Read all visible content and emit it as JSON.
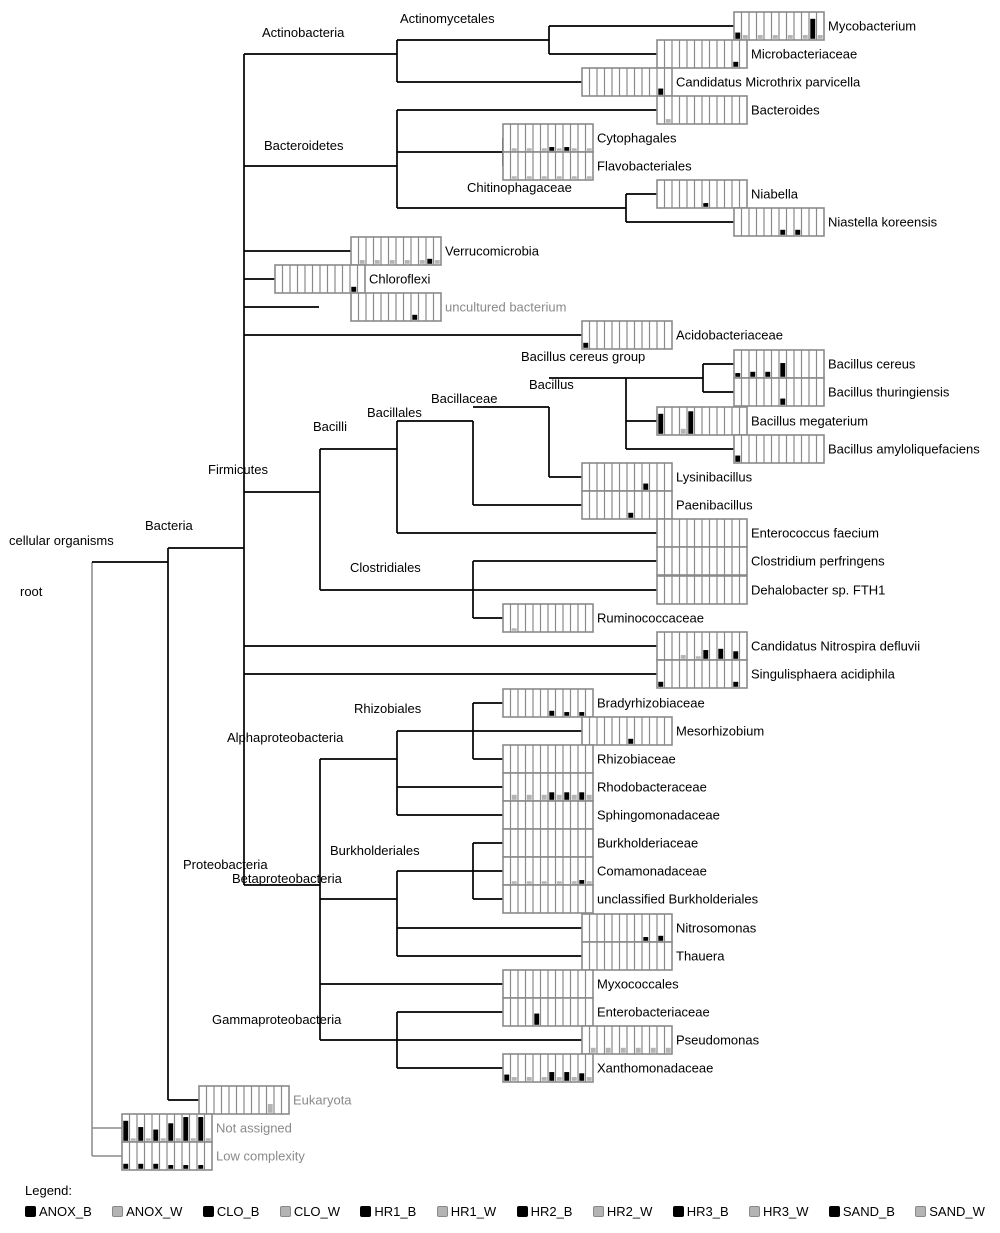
{
  "colors": {
    "branch": "#000000",
    "unassigned_branch": "#8a8a8a",
    "box_border": "#8a8a8a",
    "dark_sample": "#000000",
    "light_sample": "#b4b4b4"
  },
  "internal_labels": {
    "root": "root",
    "cellular_organisms": "cellular organisms",
    "bacteria": "Bacteria",
    "actinobacteria": "Actinobacteria",
    "actinomycetales": "Actinomycetales",
    "bacteroidetes": "Bacteroidetes",
    "chitinophagaceae": "Chitinophagaceae",
    "firmicutes": "Firmicutes",
    "bacilli": "Bacilli",
    "bacillales": "Bacillales",
    "bacillaceae": "Bacillaceae",
    "bacillus": "Bacillus",
    "bacillus_cereus_group": "Bacillus cereus group",
    "clostridiales": "Clostridiales",
    "proteobacteria": "Proteobacteria",
    "alphaproteobacteria": "Alphaproteobacteria",
    "rhizobiales": "Rhizobiales",
    "betaproteobacteria": "Betaproteobacteria",
    "burkholderiales": "Burkholderiales",
    "gammaproteobacteria": "Gammaproteobacteria"
  },
  "leaves": [
    {
      "key": "mycobacterium",
      "label": "Mycobacterium",
      "muted": false,
      "values": [
        0.25,
        0.15,
        0,
        0.15,
        0,
        0.15,
        0,
        0.15,
        0,
        0.15,
        0.8,
        0.15
      ]
    },
    {
      "key": "microbacteriaceae",
      "label": "Microbacteriaceae",
      "muted": false,
      "values": [
        0,
        0,
        0,
        0,
        0,
        0,
        0,
        0,
        0,
        0,
        0.2,
        0
      ]
    },
    {
      "key": "microthrix",
      "label": "Candidatus Microthrix parvicella",
      "muted": false,
      "values": [
        0,
        0,
        0,
        0,
        0,
        0,
        0,
        0,
        0,
        0,
        0.25,
        0
      ]
    },
    {
      "key": "bacteroides",
      "label": "Bacteroides",
      "muted": false,
      "values": [
        0,
        0.15,
        0,
        0,
        0,
        0,
        0,
        0,
        0,
        0,
        0,
        0
      ]
    },
    {
      "key": "cytophagales",
      "label": "Cytophagales",
      "muted": false,
      "values": [
        0,
        0.1,
        0,
        0.1,
        0,
        0.1,
        0.15,
        0.1,
        0.15,
        0.1,
        0,
        0.1
      ]
    },
    {
      "key": "flavobacteriales",
      "label": "Flavobacteriales",
      "muted": false,
      "values": [
        0,
        0.1,
        0,
        0.1,
        0,
        0.1,
        0,
        0.1,
        0,
        0.1,
        0,
        0.1
      ]
    },
    {
      "key": "niabella",
      "label": "Niabella",
      "muted": false,
      "values": [
        0,
        0,
        0,
        0,
        0,
        0,
        0.15,
        0,
        0,
        0,
        0,
        0
      ]
    },
    {
      "key": "niastella",
      "label": "Niastella koreensis",
      "muted": false,
      "values": [
        0,
        0,
        0,
        0,
        0,
        0,
        0.2,
        0,
        0.2,
        0,
        0,
        0
      ]
    },
    {
      "key": "verrucomicrobia",
      "label": "Verrucomicrobia",
      "muted": false,
      "values": [
        0,
        0.15,
        0,
        0.15,
        0,
        0.15,
        0,
        0.15,
        0,
        0.15,
        0.2,
        0.15
      ]
    },
    {
      "key": "chloroflexi",
      "label": "Chloroflexi",
      "muted": false,
      "values": [
        0,
        0,
        0,
        0,
        0,
        0,
        0,
        0,
        0,
        0,
        0.2,
        0
      ]
    },
    {
      "key": "uncultured",
      "label": "uncultured bacterium",
      "muted": true,
      "values": [
        0,
        0,
        0,
        0,
        0,
        0,
        0,
        0,
        0.2,
        0,
        0,
        0
      ]
    },
    {
      "key": "acidobacteriaceae",
      "label": "Acidobacteriaceae",
      "muted": false,
      "values": [
        0.2,
        0,
        0,
        0,
        0,
        0,
        0,
        0,
        0,
        0,
        0,
        0
      ]
    },
    {
      "key": "bacillus_cereus",
      "label": "Bacillus cereus",
      "muted": false,
      "values": [
        0.15,
        0,
        0.2,
        0,
        0.2,
        0,
        0.55,
        0,
        0,
        0,
        0,
        0
      ]
    },
    {
      "key": "bacillus_thuringiensis",
      "label": "Bacillus thuringiensis",
      "muted": false,
      "values": [
        0,
        0,
        0,
        0,
        0,
        0,
        0.25,
        0,
        0,
        0,
        0,
        0
      ]
    },
    {
      "key": "bacillus_megaterium",
      "label": "Bacillus megaterium",
      "muted": false,
      "values": [
        0.8,
        0,
        0,
        0.2,
        0.9,
        0,
        0,
        0,
        0,
        0,
        0,
        0
      ]
    },
    {
      "key": "bacillus_amyloliquefaciens",
      "label": "Bacillus amyloliquefaciens",
      "muted": false,
      "values": [
        0.25,
        0,
        0,
        0,
        0,
        0,
        0,
        0,
        0,
        0,
        0,
        0
      ]
    },
    {
      "key": "lysinibacillus",
      "label": "Lysinibacillus",
      "muted": false,
      "values": [
        0,
        0,
        0,
        0,
        0,
        0,
        0,
        0,
        0.25,
        0,
        0,
        0
      ]
    },
    {
      "key": "paenibacillus",
      "label": "Paenibacillus",
      "muted": false,
      "values": [
        0,
        0,
        0,
        0,
        0,
        0,
        0.2,
        0,
        0,
        0,
        0,
        0
      ]
    },
    {
      "key": "enterococcus",
      "label": "Enterococcus faecium",
      "muted": false,
      "values": [
        0,
        0,
        0,
        0,
        0,
        0,
        0,
        0,
        0,
        0,
        0,
        0
      ]
    },
    {
      "key": "clostridium",
      "label": "Clostridium perfringens",
      "muted": false,
      "values": [
        0,
        0,
        0,
        0,
        0,
        0,
        0,
        0,
        0,
        0,
        0,
        0
      ]
    },
    {
      "key": "dehalobacter",
      "label": "Dehalobacter sp. FTH1",
      "muted": false,
      "values": [
        0,
        0,
        0,
        0,
        0,
        0,
        0,
        0,
        0,
        0,
        0,
        0
      ]
    },
    {
      "key": "ruminococcaceae",
      "label": "Ruminococcaceae",
      "muted": false,
      "values": [
        0,
        0.1,
        0,
        0,
        0,
        0,
        0,
        0,
        0,
        0,
        0,
        0
      ]
    },
    {
      "key": "nitrospira",
      "label": "Candidatus Nitrospira defluvii",
      "muted": false,
      "values": [
        0,
        0,
        0,
        0.15,
        0,
        0.1,
        0.35,
        0,
        0.4,
        0,
        0.3,
        0
      ]
    },
    {
      "key": "singulisphaera",
      "label": "Singulisphaera acidiphila",
      "muted": false,
      "values": [
        0.2,
        0,
        0,
        0,
        0,
        0,
        0,
        0,
        0,
        0,
        0.2,
        0
      ]
    },
    {
      "key": "bradyrhizobiaceae",
      "label": "Bradyrhizobiaceae",
      "muted": false,
      "values": [
        0,
        0,
        0,
        0,
        0,
        0,
        0.2,
        0,
        0.15,
        0,
        0.15,
        0
      ]
    },
    {
      "key": "mesorhizobium",
      "label": "Mesorhizobium",
      "muted": false,
      "values": [
        0,
        0,
        0,
        0,
        0,
        0,
        0.2,
        0,
        0,
        0,
        0,
        0
      ]
    },
    {
      "key": "rhizobiaceae",
      "label": "Rhizobiaceae",
      "muted": false,
      "values": [
        0,
        0,
        0,
        0,
        0,
        0,
        0,
        0,
        0,
        0,
        0,
        0
      ]
    },
    {
      "key": "rhodobacteraceae",
      "label": "Rhodobacteraceae",
      "muted": false,
      "values": [
        0,
        0.2,
        0,
        0.2,
        0,
        0.2,
        0.3,
        0.2,
        0.3,
        0.2,
        0.3,
        0.2
      ]
    },
    {
      "key": "sphingomonadaceae",
      "label": "Sphingomonadaceae",
      "muted": false,
      "values": [
        0,
        0,
        0,
        0,
        0,
        0,
        0,
        0,
        0,
        0,
        0,
        0
      ]
    },
    {
      "key": "burkholderiaceae",
      "label": "Burkholderiaceae",
      "muted": false,
      "values": [
        0,
        0,
        0,
        0,
        0,
        0,
        0,
        0,
        0,
        0,
        0,
        0
      ]
    },
    {
      "key": "comamonadaceae",
      "label": "Comamonadaceae",
      "muted": false,
      "values": [
        0,
        0.1,
        0,
        0.1,
        0,
        0.1,
        0,
        0.1,
        0,
        0.1,
        0.15,
        0.1
      ]
    },
    {
      "key": "unclassified_burkholderiales",
      "label": "unclassified Burkholderiales",
      "muted": false,
      "values": [
        0,
        0,
        0,
        0,
        0,
        0,
        0,
        0,
        0,
        0,
        0,
        0
      ]
    },
    {
      "key": "nitrosomonas",
      "label": "Nitrosomonas",
      "muted": false,
      "values": [
        0,
        0,
        0,
        0,
        0,
        0,
        0,
        0,
        0.15,
        0,
        0.2,
        0
      ]
    },
    {
      "key": "thauera",
      "label": "Thauera",
      "muted": false,
      "values": [
        0,
        0,
        0,
        0,
        0,
        0,
        0,
        0,
        0,
        0,
        0,
        0
      ]
    },
    {
      "key": "myxococcales",
      "label": "Myxococcales",
      "muted": false,
      "values": [
        0,
        0,
        0,
        0,
        0,
        0,
        0,
        0,
        0,
        0,
        0,
        0
      ]
    },
    {
      "key": "enterobacteriaceae",
      "label": "Enterobacteriaceae",
      "muted": false,
      "values": [
        0,
        0,
        0,
        0,
        0.45,
        0,
        0,
        0,
        0,
        0,
        0,
        0
      ]
    },
    {
      "key": "pseudomonas",
      "label": "Pseudomonas",
      "muted": false,
      "values": [
        0,
        0.2,
        0,
        0.2,
        0,
        0.2,
        0,
        0.2,
        0,
        0.2,
        0,
        0.2
      ]
    },
    {
      "key": "xanthomonadaceae",
      "label": "Xanthomonadaceae",
      "muted": false,
      "values": [
        0.25,
        0.15,
        0,
        0.15,
        0,
        0.15,
        0.35,
        0.15,
        0.35,
        0.15,
        0.3,
        0.15
      ]
    },
    {
      "key": "eukaryota",
      "label": "Eukaryota",
      "muted": true,
      "values": [
        0,
        0,
        0,
        0,
        0,
        0,
        0,
        0,
        0,
        0.35,
        0,
        0
      ]
    },
    {
      "key": "not_assigned",
      "label": "Not assigned",
      "muted": true,
      "values": [
        0.8,
        0.1,
        0.55,
        0.1,
        0.45,
        0.1,
        0.7,
        0.1,
        0.95,
        0.1,
        0.95,
        0.1
      ]
    },
    {
      "key": "low_complexity",
      "label": "Low complexity",
      "muted": true,
      "values": [
        0.2,
        0,
        0.2,
        0,
        0.2,
        0,
        0.15,
        0,
        0.15,
        0,
        0.15,
        0
      ]
    }
  ],
  "legend": {
    "title": "Legend:",
    "items": [
      {
        "label": "ANOX_B",
        "color": "#000000"
      },
      {
        "label": "ANOX_W",
        "color": "#b4b4b4"
      },
      {
        "label": "CLO_B",
        "color": "#000000"
      },
      {
        "label": "CLO_W",
        "color": "#b4b4b4"
      },
      {
        "label": "HR1_B",
        "color": "#000000"
      },
      {
        "label": "HR1_W",
        "color": "#b4b4b4"
      },
      {
        "label": "HR2_B",
        "color": "#000000"
      },
      {
        "label": "HR2_W",
        "color": "#b4b4b4"
      },
      {
        "label": "HR3_B",
        "color": "#000000"
      },
      {
        "label": "HR3_W",
        "color": "#b4b4b4"
      },
      {
        "label": "SAND_B",
        "color": "#000000"
      },
      {
        "label": "SAND_W",
        "color": "#b4b4b4"
      }
    ]
  }
}
